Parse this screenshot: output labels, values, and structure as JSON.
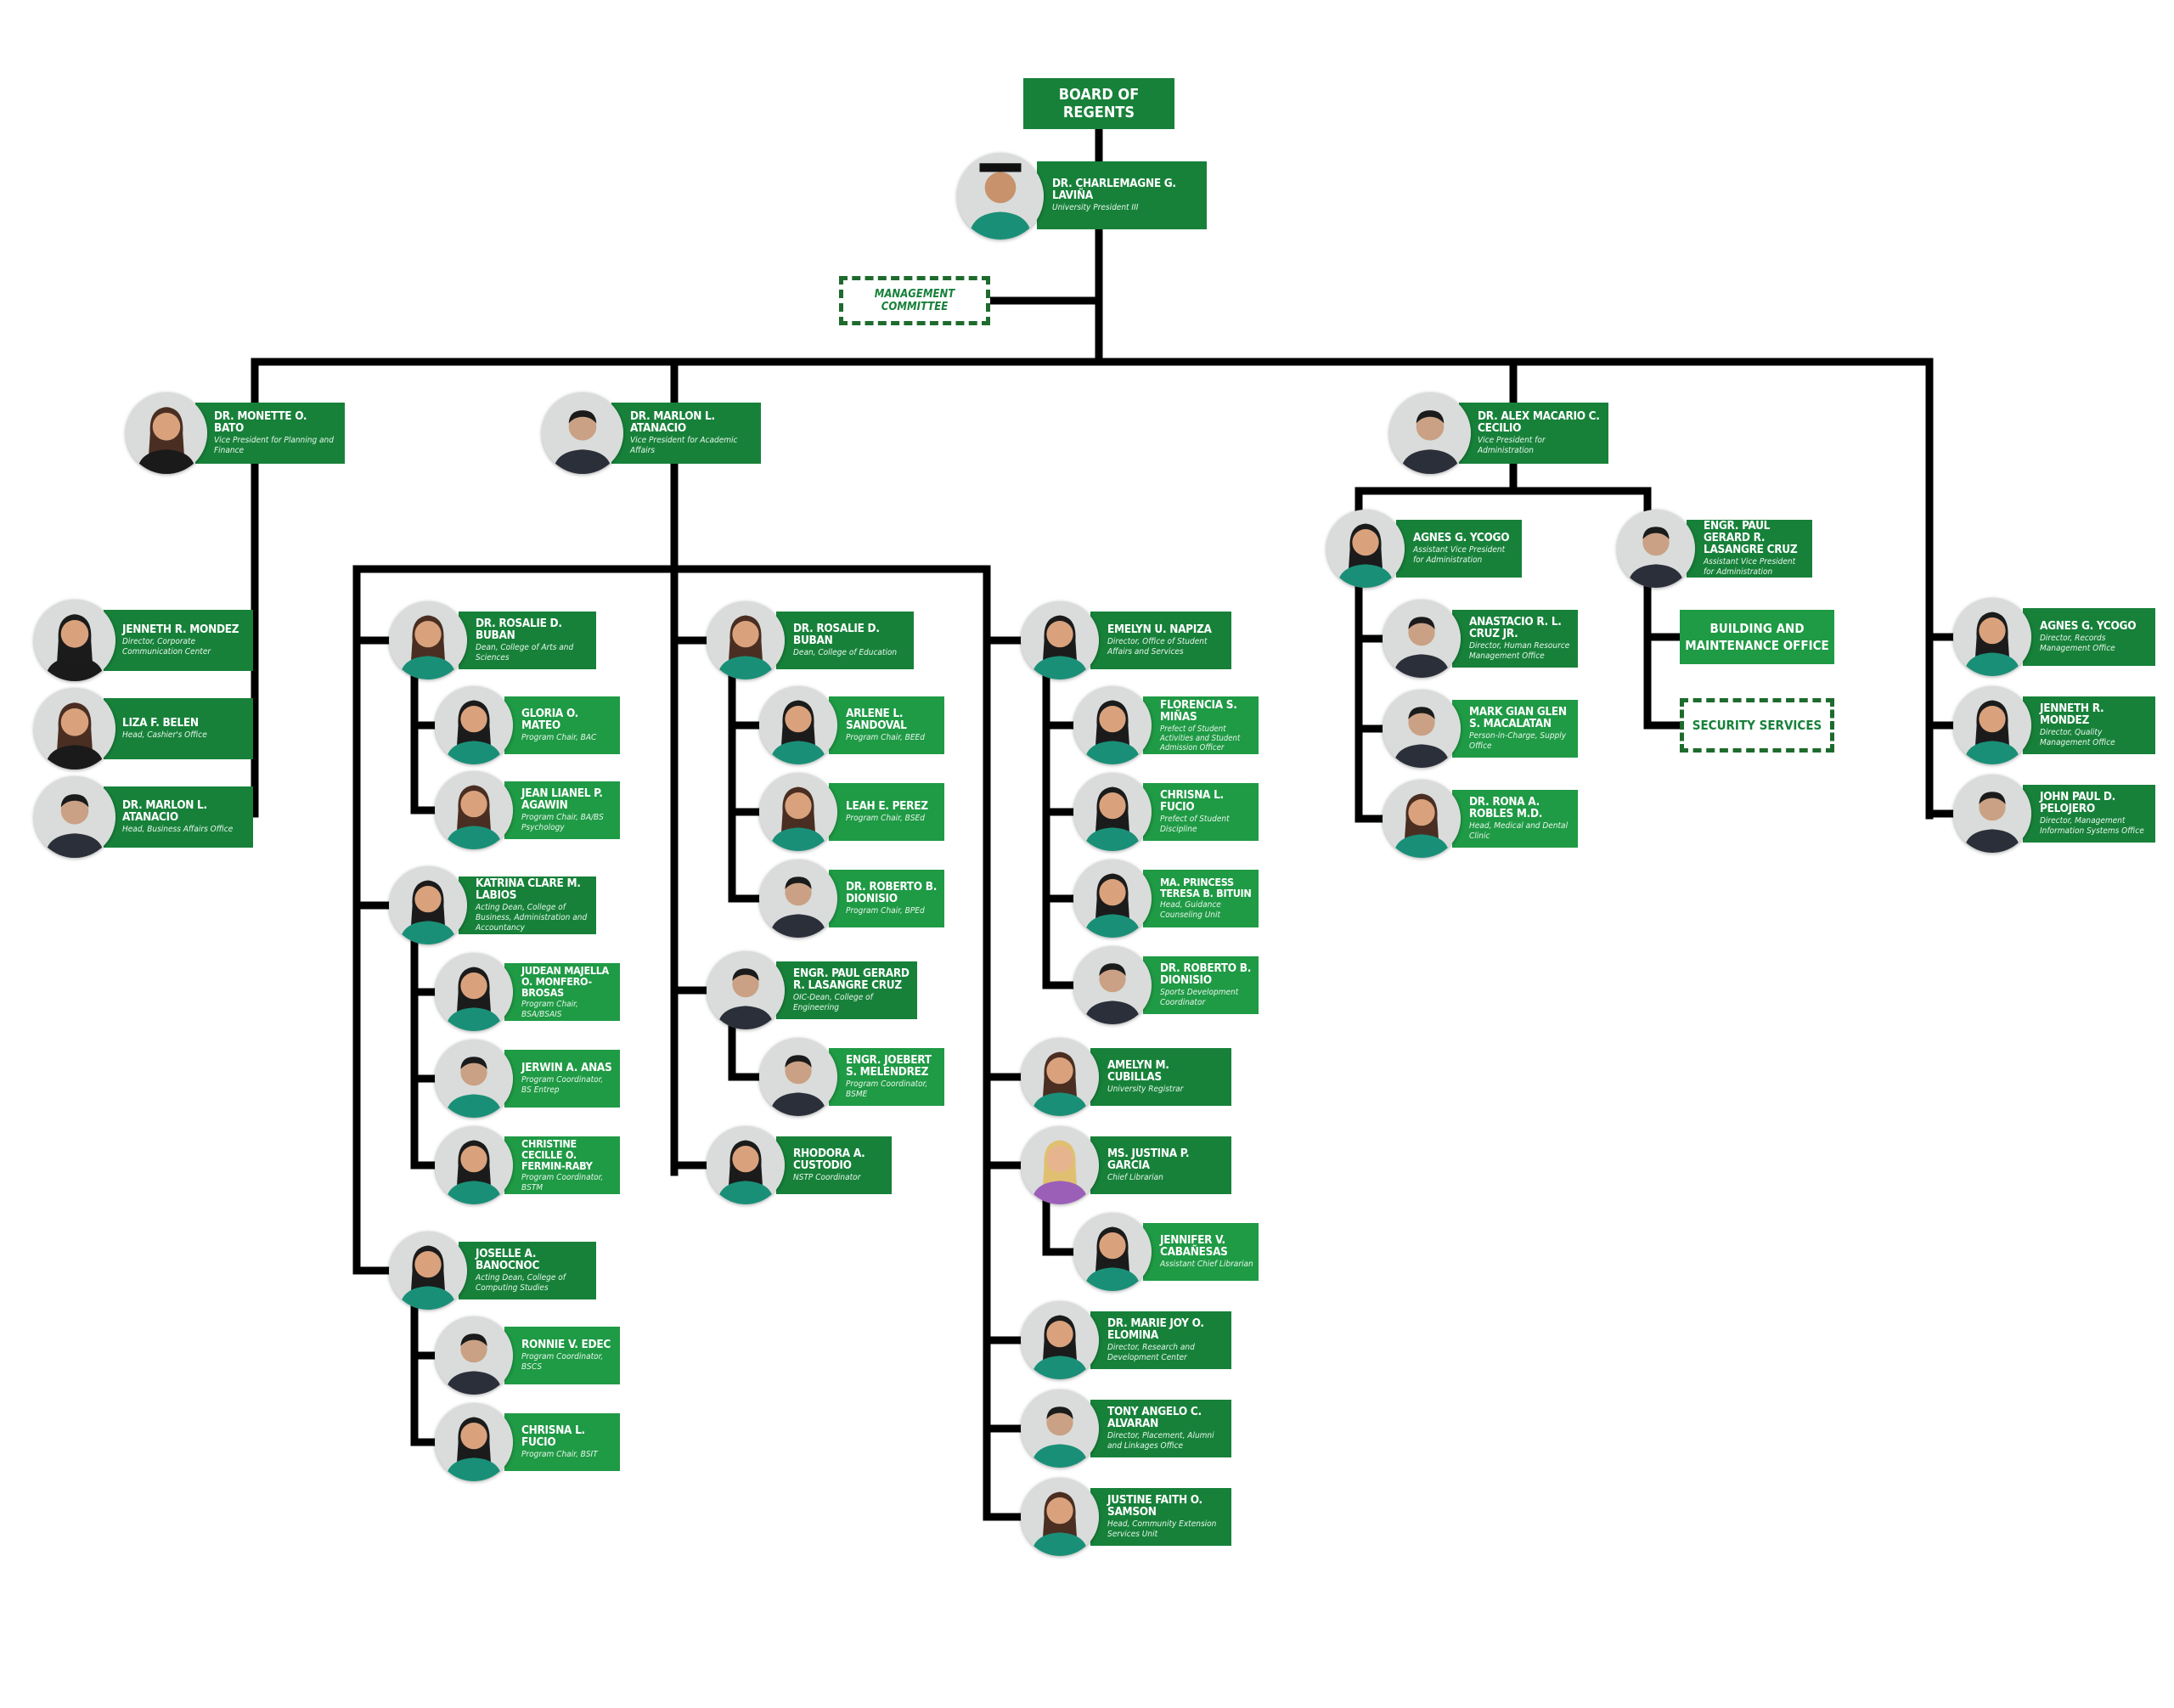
{
  "labels": {
    "board": "BOARD OF REGENTS",
    "management": "MANAGEMENT COMMITTEE",
    "building": "BUILDING AND MAINTENANCE OFFICE",
    "security": "SECURITY SERVICES"
  },
  "colors": {
    "card": "#17813a",
    "card_light": "#1f9a45",
    "line": "#000000",
    "dash_border": "#1e6b2d",
    "robe": "#1a8f78"
  },
  "people": {
    "president": {
      "name": "DR. CHARLEMAGNE G. LAVIÑA",
      "role": "University President III"
    },
    "vp_planning": {
      "name": "DR. MONETTE O. BATO",
      "role": "Vice President for Planning and Finance"
    },
    "vp_academic": {
      "name": "DR. MARLON L. ATANACIO",
      "role": "Vice President for Academic Affairs"
    },
    "vp_admin": {
      "name": "DR. ALEX MACARIO C. CECILIO",
      "role": "Vice President for Administration"
    },
    "mondez1": {
      "name": "JENNETH R. MONDEZ",
      "role": "Director, Corporate Communication Center"
    },
    "belen": {
      "name": "LIZA F. BELEN",
      "role": "Head, Cashier's Office"
    },
    "atanacio2": {
      "name": "DR. MARLON L. ATANACIO",
      "role": "Head, Business Affairs Office"
    },
    "buban_cas": {
      "name": "DR. ROSALIE D. BUBAN",
      "role": "Dean, College of Arts and Sciences"
    },
    "mateo": {
      "name": "GLORIA O. MATEO",
      "role": "Program Chair, BAC"
    },
    "agawin": {
      "name": "JEAN LIANEL P. AGAWIN",
      "role": "Program Chair, BA/BS Psychology"
    },
    "labios": {
      "name": "KATRINA CLARE M. LABIOS",
      "role": "Acting Dean, College of Business, Administration and Accountancy"
    },
    "monfero": {
      "name": "JUDEAN MAJELLA O. MONFERO-BROSAS",
      "role": "Program Chair, BSA/BSAIS"
    },
    "anas": {
      "name": "JERWIN A. ANAS",
      "role": "Program Coordinator, BS Entrep"
    },
    "fermin": {
      "name": "CHRISTINE CECILLE O. FERMIN-RABY",
      "role": "Program Coordinator, BSTM"
    },
    "banocnoc": {
      "name": "JOSELLE A. BANOCNOC",
      "role": "Acting Dean, College of Computing Studies"
    },
    "edec": {
      "name": "RONNIE V. EDEC",
      "role": "Program Coordinator, BSCS"
    },
    "fucio_bsit": {
      "name": "CHRISNA L. FUCIO",
      "role": "Program Chair, BSIT"
    },
    "buban_ed": {
      "name": "DR. ROSALIE D. BUBAN",
      "role": "Dean, College of Education"
    },
    "sandoval": {
      "name": "ARLENE L. SANDOVAL",
      "role": "Program Chair, BEEd"
    },
    "perez": {
      "name": "LEAH E. PEREZ",
      "role": "Program Chair, BSEd"
    },
    "dionisio_bped": {
      "name": "DR. ROBERTO B. DIONISIO",
      "role": "Program Chair, BPEd"
    },
    "lasangre_eng": {
      "name": "ENGR. PAUL GERARD R. LASANGRE CRUZ",
      "role": "OIC-Dean, College of Engineering"
    },
    "melendrez": {
      "name": "ENGR. JOEBERT S. MELENDREZ",
      "role": "Program Coordinator, BSME"
    },
    "custodio": {
      "name": "RHODORA A. CUSTODIO",
      "role": "NSTP Coordinator"
    },
    "napiza": {
      "name": "EMELYN U. NAPIZA",
      "role": "Director, Office of Student Affairs and Services"
    },
    "minas": {
      "name": "FLORENCIA S. MIÑAS",
      "role": "Prefect of Student Activities and Student Admission Officer"
    },
    "fucio_disc": {
      "name": "CHRISNA L. FUCIO",
      "role": "Prefect of Student Discipline"
    },
    "bituin": {
      "name": "MA. PRINCESS TERESA B. BITUIN",
      "role": "Head, Guidance Counseling Unit"
    },
    "dionisio_sports": {
      "name": "DR. ROBERTO B. DIONISIO",
      "role": "Sports Development Coordinator"
    },
    "cubillas": {
      "name": "AMELYN M. CUBILLAS",
      "role": "University Registrar"
    },
    "garcia": {
      "name": "MS. JUSTINA P. GARCIA",
      "role": "Chief Librarian"
    },
    "cabanesas": {
      "name": "JENNIFER V. CABAÑESAS",
      "role": "Assistant Chief Librarian"
    },
    "elomina": {
      "name": "DR. MARIE JOY O. ELOMINA",
      "role": "Director, Research and Development Center"
    },
    "alvaran": {
      "name": "TONY ANGELO C. ALVARAN",
      "role": "Director, Placement, Alumni and Linkages Office"
    },
    "samson": {
      "name": "JUSTINE FAITH O. SAMSON",
      "role": "Head, Community Extension Services Unit"
    },
    "ycogo_avp": {
      "name": "AGNES G. YCOGO",
      "role": "Assistant Vice President for Administration"
    },
    "lasangre_avp": {
      "name": "ENGR. PAUL GERARD R. LASANGRE CRUZ",
      "role": "Assistant Vice President for Administration"
    },
    "cruz": {
      "name": "ANASTACIO R. L. CRUZ JR.",
      "role": "Director, Human Resource Management Office"
    },
    "macalatan": {
      "name": "MARK GIAN GLEN S. MACALATAN",
      "role": "Person-in-Charge, Supply Office"
    },
    "robles": {
      "name": "DR. RONA A. ROBLES M.D.",
      "role": "Head, Medical and Dental Clinic"
    },
    "ycogo_rec": {
      "name": "AGNES G. YCOGO",
      "role": "Director, Records Management Office"
    },
    "mondez2": {
      "name": "JENNETH R. MONDEZ",
      "role": "Director, Quality Management Office"
    },
    "pelojero": {
      "name": "JOHN PAUL D. PELOJERO",
      "role": "Director, Management Information Systems Office"
    }
  }
}
